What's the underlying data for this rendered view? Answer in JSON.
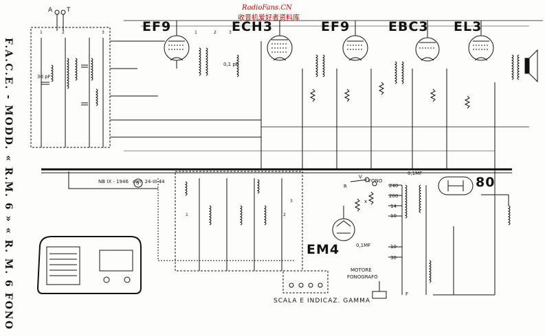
{
  "watermark": {
    "site": "RadioFans.CN",
    "chinese": "收音机爱好者资料库"
  },
  "title_vertical": "F.A.C.E. - MODD. « R.M. 6 » « R. M. 6 FONO »",
  "antenna": {
    "a_label": "A",
    "t_label": "T"
  },
  "tubes": {
    "ef9_1": "EF9",
    "ech3": "ECH3",
    "ef9_2": "EF9",
    "ebc3": "EBC3",
    "el3": "EL3",
    "rect": "80",
    "em4": "EM4"
  },
  "notes": {
    "nb": "NB IX - 1946",
    "corr": "corr. 24-III-44",
    "s_marker": "S",
    "q1mf_top": "0,1MF",
    "q1mf_em4": "0,1MF",
    "cap_30pf": "30 pF",
    "cap_01pf": "0,1 pF",
    "fono": "FONO",
    "x": "x",
    "r": "R",
    "v": "V",
    "f": "F",
    "motore": "MOTORE",
    "fonografo": "FONOGRAFO"
  },
  "voltage_taps": [
    "240",
    "200",
    "14",
    "10",
    "10",
    "30"
  ],
  "band_switch_numbers": [
    "1",
    "2",
    "3",
    "1",
    "2",
    "3",
    "1",
    "2",
    "3"
  ],
  "bottom_caption": "SCALA E INDICAZ. GAMMA"
}
